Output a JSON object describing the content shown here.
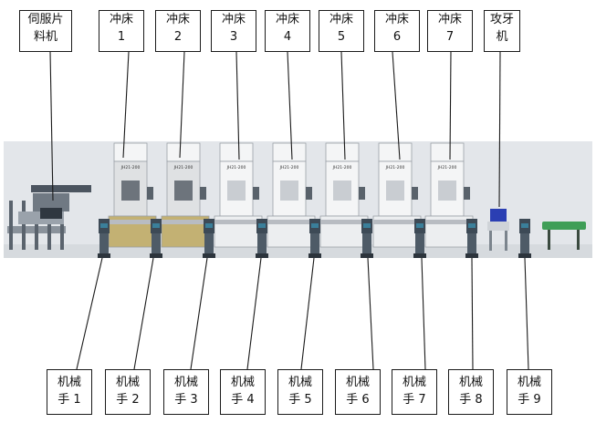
{
  "labels": {
    "feeder": [
      "伺服片",
      "料机"
    ],
    "presses": [
      [
        "冲床",
        "1"
      ],
      [
        "冲床",
        "2"
      ],
      [
        "冲床",
        "3"
      ],
      [
        "冲床",
        "4"
      ],
      [
        "冲床",
        "5"
      ],
      [
        "冲床",
        "6"
      ],
      [
        "冲床",
        "7"
      ]
    ],
    "tapper": [
      "攻牙",
      "机"
    ],
    "robots": [
      [
        "机械",
        "手 1"
      ],
      [
        "机械",
        "手 2"
      ],
      [
        "机械",
        "手 3"
      ],
      [
        "机械",
        "手 4"
      ],
      [
        "机械",
        "手 5"
      ],
      [
        "机械",
        "手 6"
      ],
      [
        "机械",
        "手 7"
      ],
      [
        "机械",
        "手 8"
      ],
      [
        "机械",
        "手 9"
      ]
    ]
  },
  "press_plates": [
    "JH21-200",
    "JH21-200",
    "JH21-200",
    "JH21-200",
    "JH21-200",
    "JH21-200",
    "JH21-200"
  ],
  "colors": {
    "line": "#1a1a1a",
    "floor_band": "#e3e6ea",
    "press_body": "#f4f5f6",
    "press_shadow": "#b8bcc2",
    "robot_body": "#3d4a56",
    "robot_accent": "#3a7f9a",
    "conveyor": "#3f9e57",
    "tapper_blue": "#2b3fb3"
  }
}
